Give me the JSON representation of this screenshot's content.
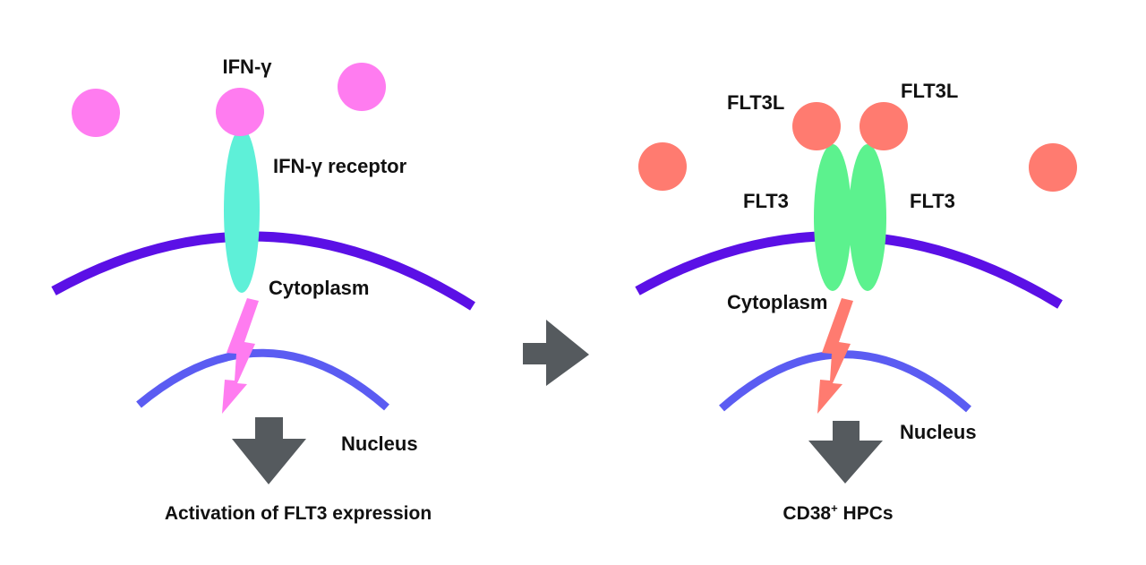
{
  "colors": {
    "ifn_ligand": "#ff7cf0",
    "ifn_receptor": "#5ef0d8",
    "flt3l_ligand": "#ff7b70",
    "flt3_receptor": "#5cf28e",
    "cell_membrane": "#5b10e6",
    "nuclear_membrane": "#5b5cf2",
    "arrow_gray": "#555a5e",
    "pink_bolt": "#ff7cf0",
    "salmon_bolt": "#ff7b70"
  },
  "left_panel": {
    "ligand_label": "IFN-γ",
    "receptor_label": "IFN-γ receptor",
    "cytoplasm_label": "Cytoplasm",
    "nucleus_label": "Nucleus",
    "outcome_label": "Activation of FLT3 expression"
  },
  "right_panel": {
    "ligand_label_left": "FLT3L",
    "ligand_label_right": "FLT3L",
    "receptor_label_left": "FLT3",
    "receptor_label_right": "FLT3",
    "cytoplasm_label": "Cytoplasm",
    "nucleus_label": "Nucleus",
    "outcome_label_main": "CD38",
    "outcome_label_sup": "+",
    "outcome_label_tail": " HPCs"
  }
}
